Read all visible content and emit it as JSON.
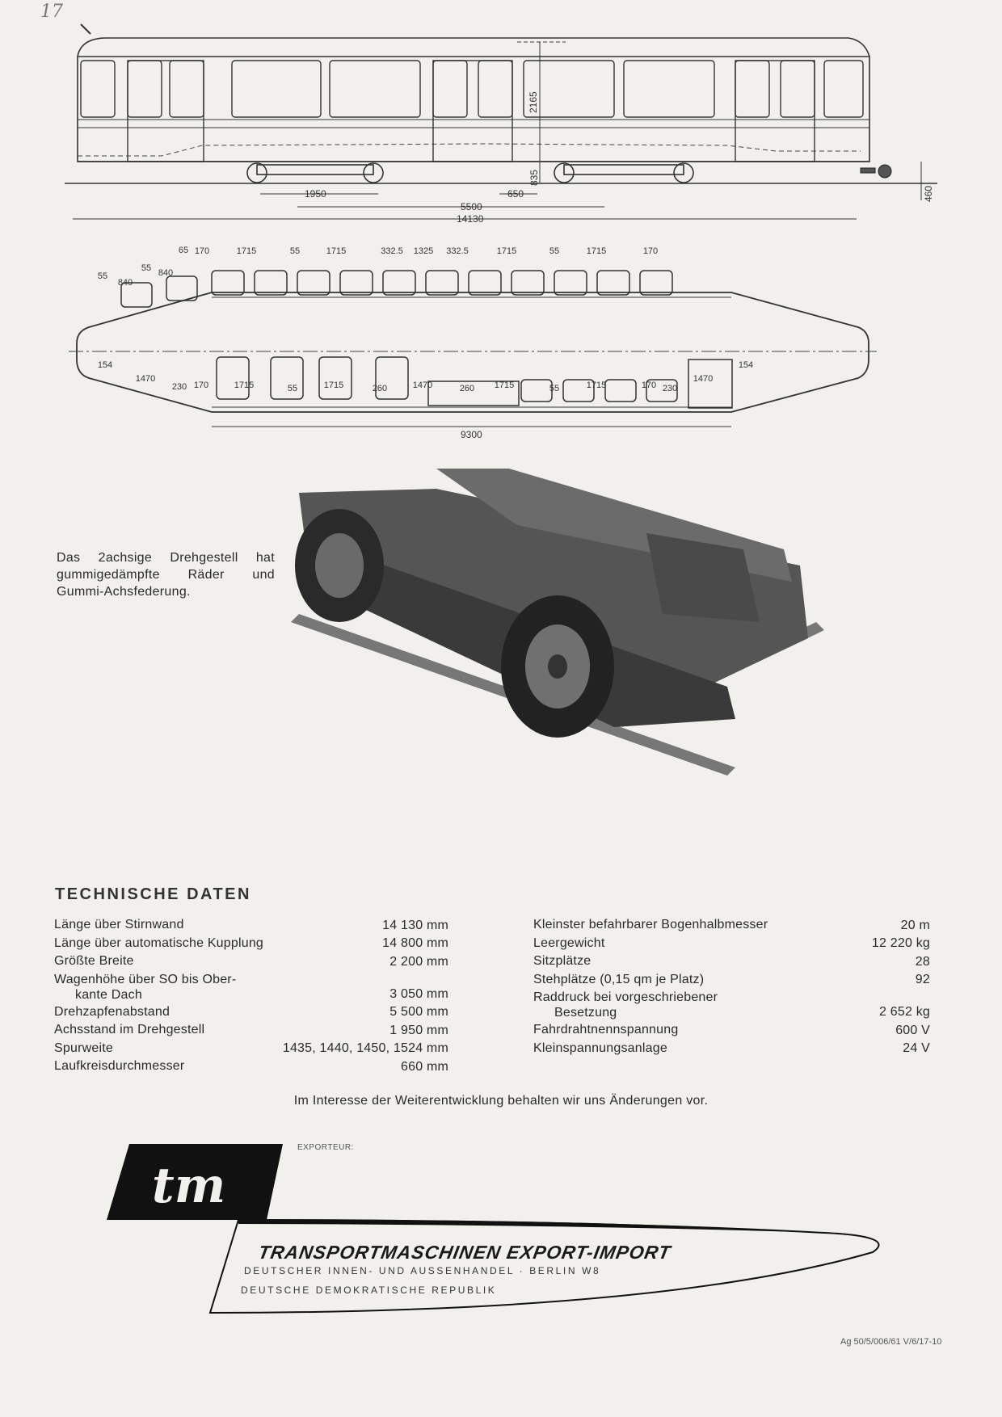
{
  "handwritten_page_mark": "17",
  "side_view": {
    "dimensions": {
      "roof_height": "2165",
      "floor_height": "835",
      "coupler_height": "460",
      "axle_base": "1950",
      "wheel_diameter": "650",
      "pivot_distance": "5500",
      "overall_length": "14130"
    }
  },
  "plan_view": {
    "top_dimensions": [
      "55",
      "840",
      "55",
      "840",
      "65",
      "170",
      "1715",
      "55",
      "1715",
      "332.5",
      "1325",
      "332.5",
      "1715",
      "55",
      "1715",
      "170"
    ],
    "bottom_dimensions": [
      "154",
      "1470",
      "230",
      "170",
      "1715",
      "55",
      "1715",
      "260",
      "1470",
      "260",
      "1715",
      "55",
      "1715",
      "170",
      "230",
      "1470",
      "154"
    ],
    "inner_length": "9300"
  },
  "bogie_caption": "Das 2achsige Drehgestell hat gummigedämpfte Räder und Gummi-Achsfederung.",
  "technical_data": {
    "title": "TECHNISCHE DATEN",
    "left": [
      {
        "label": "Länge über Stirnwand",
        "value": "14 130 mm"
      },
      {
        "label": "Länge über automatische Kupplung",
        "value": "14 800 mm"
      },
      {
        "label": "Größte Breite",
        "value": "2 200 mm"
      },
      {
        "label": "Wagenhöhe über SO bis Ober-",
        "label2": "kante Dach",
        "value": "3 050 mm"
      },
      {
        "label": "Drehzapfenabstand",
        "value": "5 500 mm"
      },
      {
        "label": "Achsstand im Drehgestell",
        "value": "1 950 mm"
      },
      {
        "label": "Spurweite",
        "value": "1435, 1440, 1450, 1524 mm"
      },
      {
        "label": "Laufkreisdurchmesser",
        "value": "660 mm"
      }
    ],
    "right": [
      {
        "label": "Kleinster befahrbarer Bogenhalbmesser",
        "value": "20 m"
      },
      {
        "label": "Leergewicht",
        "value": "12 220 kg"
      },
      {
        "label": "Sitzplätze",
        "value": "28"
      },
      {
        "label": "Stehplätze (0,15 qm je Platz)",
        "value": "92"
      },
      {
        "label": "Raddruck bei vorgeschriebener",
        "label2": "Besetzung",
        "value": "2 652 kg"
      },
      {
        "label": "Fahrdrahtnennspannung",
        "value": "600 V"
      },
      {
        "label": "Kleinspannungsanlage",
        "value": "24 V"
      }
    ],
    "note": "Im Interesse der Weiterentwicklung behalten wir uns Änderungen vor."
  },
  "footer": {
    "exporteur_label": "EXPORTEUR:",
    "logo_letters": "tm",
    "company": "TRANSPORTMASCHINEN EXPORT-IMPORT",
    "address_line1": "DEUTSCHER INNEN- UND AUSSENHANDEL · BERLIN W8",
    "address_line2": "DEUTSCHE DEMOKRATISCHE REPUBLIK",
    "reference": "Ag 50/5/006/61   V/6/17-10"
  }
}
